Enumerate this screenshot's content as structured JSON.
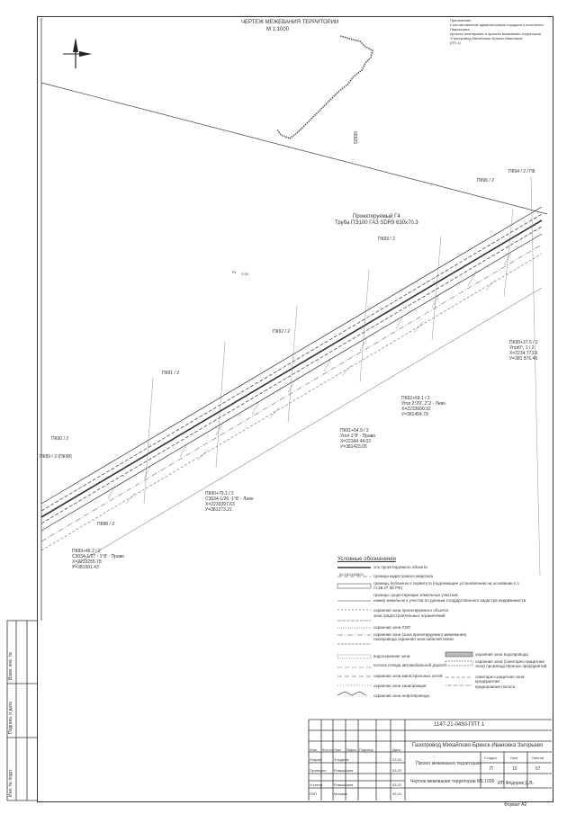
{
  "sheet": {
    "title": "ЧЕРТЕЖ МЕЖЕВАНИЯ ТЕРРИТОРИИ",
    "scale": "М 1:1000",
    "top_right_note": [
      "Приложение",
      "к постановлению администрации городского поселения Гавриловка",
      "проекта планировки и проекта межевания территории",
      "«Газопровод Михайлово-Брянск-Ивановка»",
      "(ПП.1)"
    ]
  },
  "pipe_label": {
    "line1": "Проектируемый Г4",
    "line2": "Труба ПЭ100 ГАЗ SDR9 630х70.3"
  },
  "pickets": [
    "ПК96 / 2",
    "ПК94 / 2 / ПК",
    "ПК93 / 2",
    "ПК92 / 2",
    "ПК91 / 2",
    "ПК90 / 2",
    "ПК89 / 2 (ПК98)",
    "ПК88 / 2"
  ],
  "callouts": [
    {
      "l1": "ПК95+37.5 / 2",
      "l2": "Угол0°, 1 / 2",
      "l3": "Х=2234 773.6",
      "l4": "У=381 876.45"
    },
    {
      "l1": "ПК92+69.1 / 2",
      "l2": "Угол 2°29'..2\"2 - Лево",
      "l3": "Х=2233600.32",
      "l4": "У=381454.79"
    },
    {
      "l1": "ПК91+54.9 / 2",
      "l2": "Угол 1°8' - Право",
      "l3": "Х=22344 44.02",
      "l4": "У=381423.05"
    },
    {
      "l1": "ПК90+79.1 / 2",
      "l2": "С3034-1/26 -1°8' - Лево",
      "l3": "Х=2233397.63",
      "l4": "У=381273.21"
    },
    {
      "l1": "ПК89+46.2 / 2",
      "l2": "С3034-1/27 - 1°8' - Право",
      "l3": "Х=2233255.78",
      "l4": "У=381501.43"
    }
  ],
  "legend": {
    "title": "Условные обозначения",
    "items": [
      {
        "text": "ось проектируемого объекта"
      },
      {
        "text": "граница кадастрового квартала",
        "code": "32:18:0163502"
      },
      {
        "text": "границы публичного сервитута (подлежащие установлению на основании п.1 ст.39.37 ЗК РФ)"
      },
      {
        "text": "границы существующих земельных участков"
      },
      {
        "text": "номер земельного участка по данным государственного кадастра недвижимости"
      },
      {
        "text": "охранная зона проектируемого объекта"
      },
      {
        "text": "зона градостроительных ограничений"
      },
      {
        "text": "охранная зона ЛЭП"
      },
      {
        "text": "охранная зона (зона проектируемого межевания) газопровода охранная зона кабелей связи"
      },
      {
        "text": "водоохранная зона"
      },
      {
        "text": "полоса отвода автомобильной дороги"
      },
      {
        "text": "охранная зона магистральных сетей"
      },
      {
        "text": "охранная зона канализации"
      },
      {
        "text": "охранная зона нефтепровода"
      }
    ],
    "right_items": [
      {
        "text": "охранная зона водопровода"
      },
      {
        "text": "охранная зона (санитарно-защитная зона) производственных предприятий"
      },
      {
        "text": "санитарно-защитная зона предприятий"
      },
      {
        "text": "придорожная полоса"
      }
    ]
  },
  "titleblock": {
    "code": "1147-21-0430-ППТ 1",
    "object": "Газопровод Михайлово-Брянск-Ивановка Загорьево",
    "headers": [
      "Изм.",
      "Кол.уч.",
      "Лист",
      "№док.",
      "Подпись",
      "Дата"
    ],
    "rows": [
      {
        "role": "Разраб.",
        "name": "Злыднев",
        "date": "03.22"
      },
      {
        "role": "Проверил",
        "name": "Ромашкина",
        "date": "03.22"
      },
      {
        "role": "Н.контр.",
        "name": "Ромашкина",
        "date": "03.22"
      },
      {
        "role": "ГИП",
        "name": "Машкин",
        "date": "03.22"
      }
    ],
    "project_name": "Проект межевания территории",
    "sheet_name": "Чертеж межевания территории М1:1000",
    "stage_h": "Стадия",
    "sheet_h": "Лист",
    "sheets_h": "Листов",
    "stage": "П",
    "sheet_no": "10",
    "sheets_no": "57",
    "company": "ИП Фёдоров Д.В.",
    "format": "Формат А2"
  },
  "side_labels": [
    "Взам. инв. №",
    "Подпись и дата",
    "Инв. № подл."
  ],
  "misc": {
    "m1": "92999",
    "m2": "2",
    "m3": "2.00"
  }
}
